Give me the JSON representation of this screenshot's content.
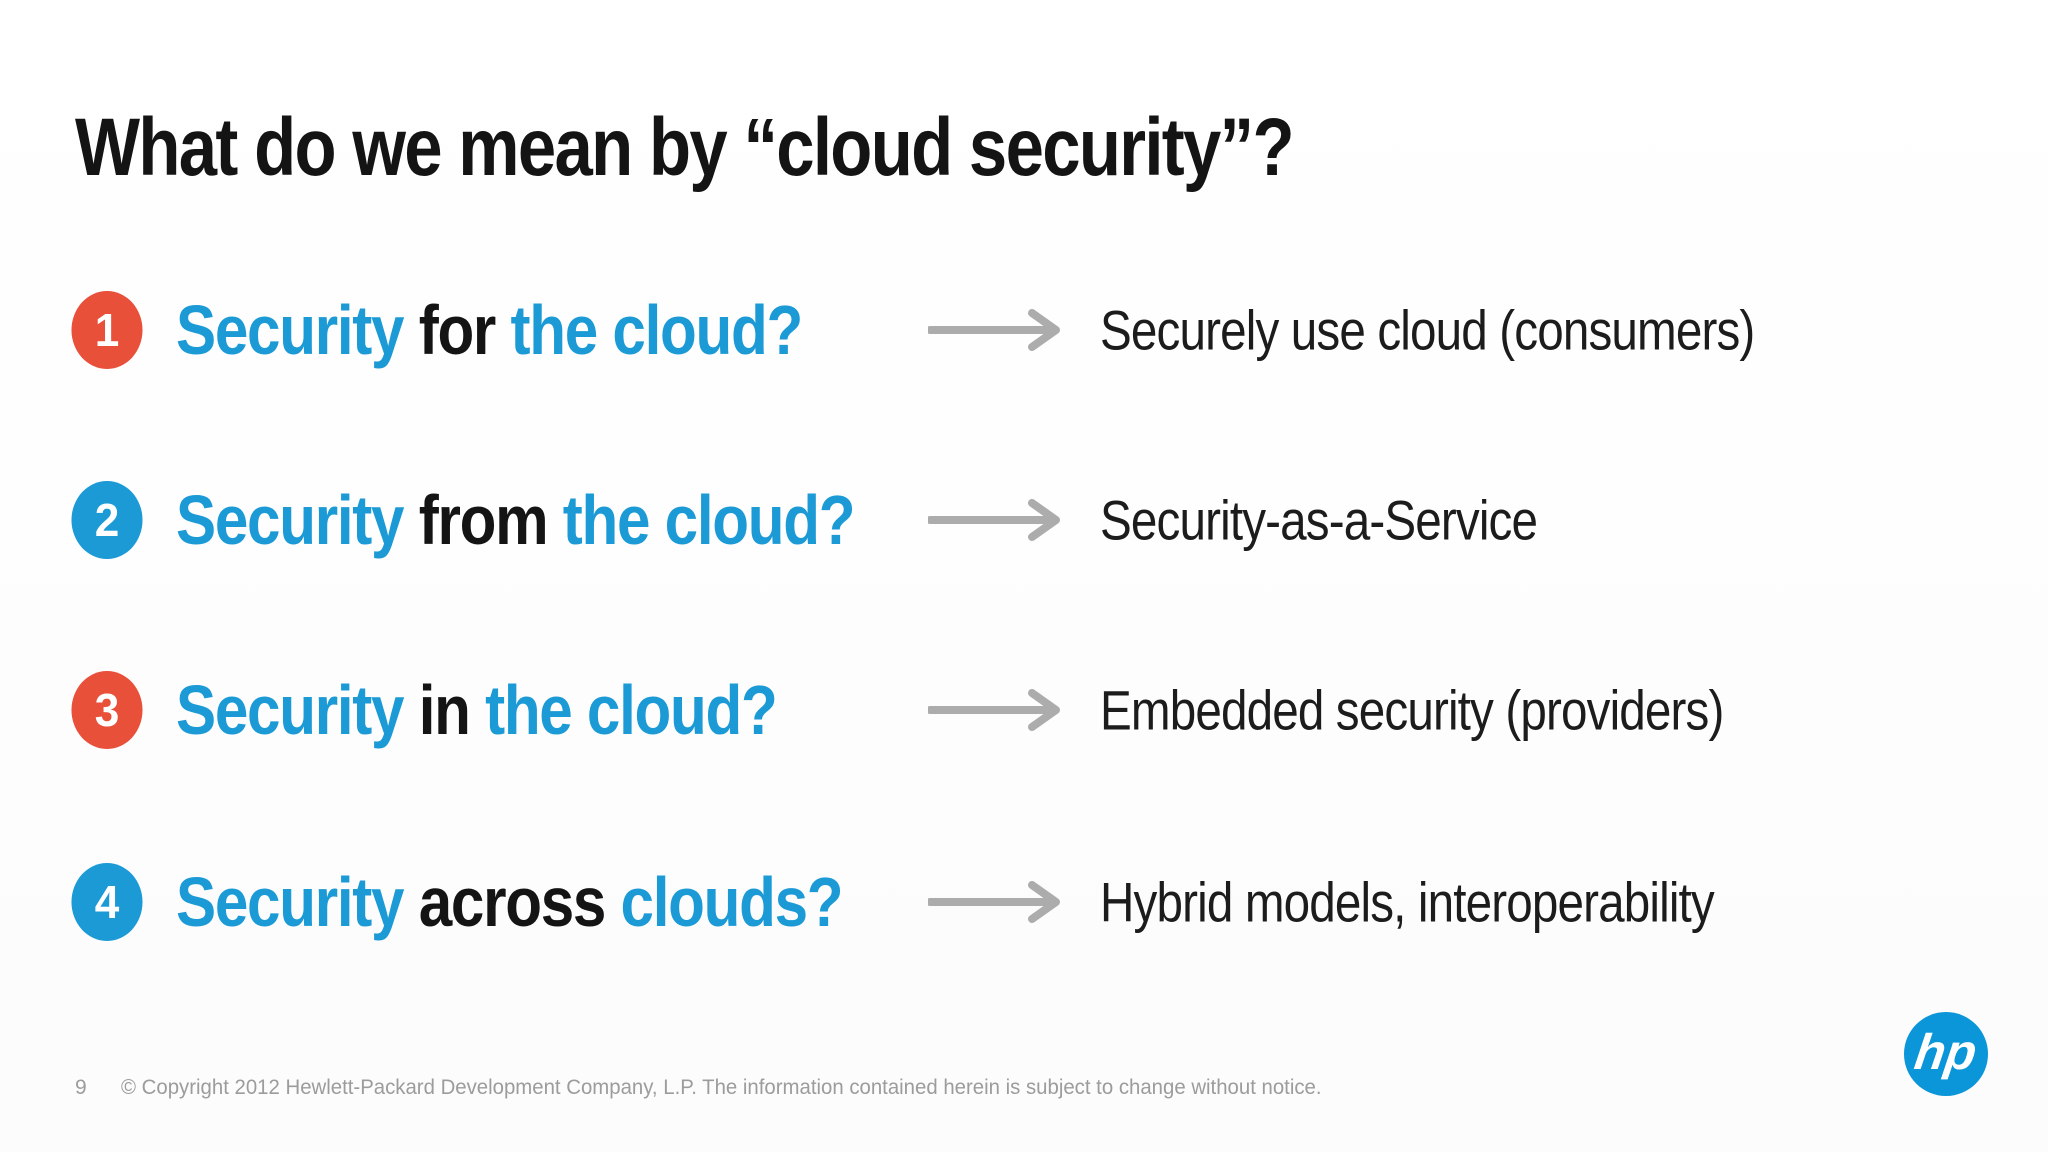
{
  "slide": {
    "title": "What do we mean by “cloud security”?",
    "rows": [
      {
        "number": "1",
        "badge_color": "#E8503A",
        "lead": "Security",
        "connector": "for",
        "tail": "the cloud?",
        "description": "Securely use cloud (consumers)"
      },
      {
        "number": "2",
        "badge_color": "#1B9AD6",
        "lead": "Security",
        "connector": "from",
        "tail": "the cloud?",
        "description": "Security-as-a-Service"
      },
      {
        "number": "3",
        "badge_color": "#E8503A",
        "lead": "Security",
        "connector": "in",
        "tail": "the cloud?",
        "description": "Embedded security (providers)"
      },
      {
        "number": "4",
        "badge_color": "#1B9AD6",
        "lead": "Security",
        "connector": "across",
        "tail": "clouds?",
        "description": "Hybrid models, interoperability"
      }
    ],
    "footer": {
      "page_number": "9",
      "copyright": "© Copyright 2012 Hewlett-Packard Development Company, L.P.  The information contained herein is subject to change without notice."
    },
    "logo": {
      "text": "hp",
      "color": "#0A96D8"
    },
    "colors": {
      "accent_blue": "#1B9AD6",
      "accent_red": "#E8503A",
      "arrow_gray": "#ACACAC",
      "text_black": "#141414",
      "footer_gray": "#9C9C9C"
    }
  }
}
